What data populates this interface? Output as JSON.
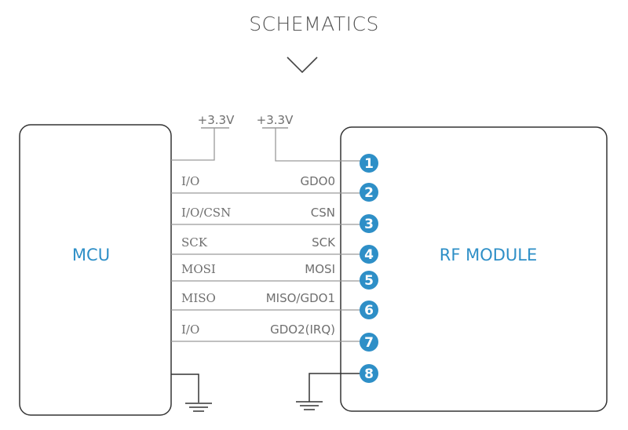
{
  "title": "SCHEMATICS",
  "chevron_icon": "chevron-down-icon",
  "colors": {
    "accent": "#2e8fc7",
    "line": "#9a9a9a",
    "box_border": "#333333",
    "text": "#6f6f6f"
  },
  "power": {
    "mcu_supply": "+3.3V",
    "module_supply": "+3.3V"
  },
  "mcu": {
    "label": "MCU"
  },
  "module": {
    "label": "RF MODULE"
  },
  "connections": [
    {
      "pin": "1",
      "mcu_signal": "",
      "module_signal": ""
    },
    {
      "pin": "2",
      "mcu_signal": "I/O",
      "module_signal": "GDO0"
    },
    {
      "pin": "3",
      "mcu_signal": "I/O/CSN",
      "module_signal": "CSN"
    },
    {
      "pin": "4",
      "mcu_signal": "SCK",
      "module_signal": "SCK"
    },
    {
      "pin": "5",
      "mcu_signal": "MOSI",
      "module_signal": "MOSI"
    },
    {
      "pin": "6",
      "mcu_signal": "MISO",
      "module_signal": "MISO/GDO1"
    },
    {
      "pin": "7",
      "mcu_signal": "I/O",
      "module_signal": "GDO2(IRQ)"
    },
    {
      "pin": "8",
      "mcu_signal": "",
      "module_signal": ""
    }
  ],
  "ground_icon": "ground-icon"
}
